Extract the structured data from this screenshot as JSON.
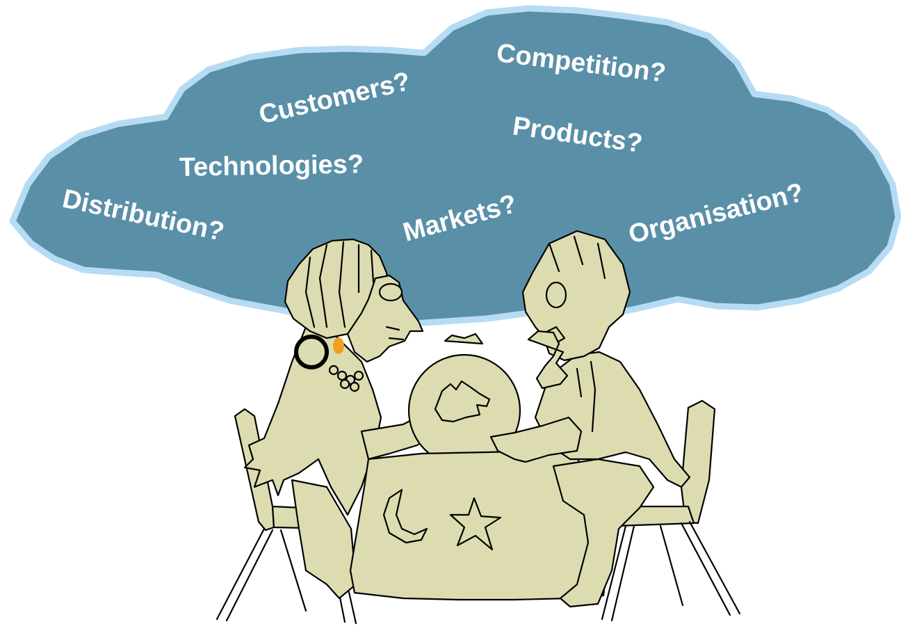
{
  "cloud_fill": "#5a8fa8",
  "cloud_outline": "#b6dcf4",
  "figure_fill": "#dcdcb0",
  "earring_color": "#f0a020",
  "thought_words": {
    "competition": "Competition?",
    "customers": "Customers?",
    "products": "Products?",
    "technologies": "Technologies?",
    "distribution": "Distribution?",
    "markets": "Markets?",
    "organisation": "Organisation?"
  }
}
